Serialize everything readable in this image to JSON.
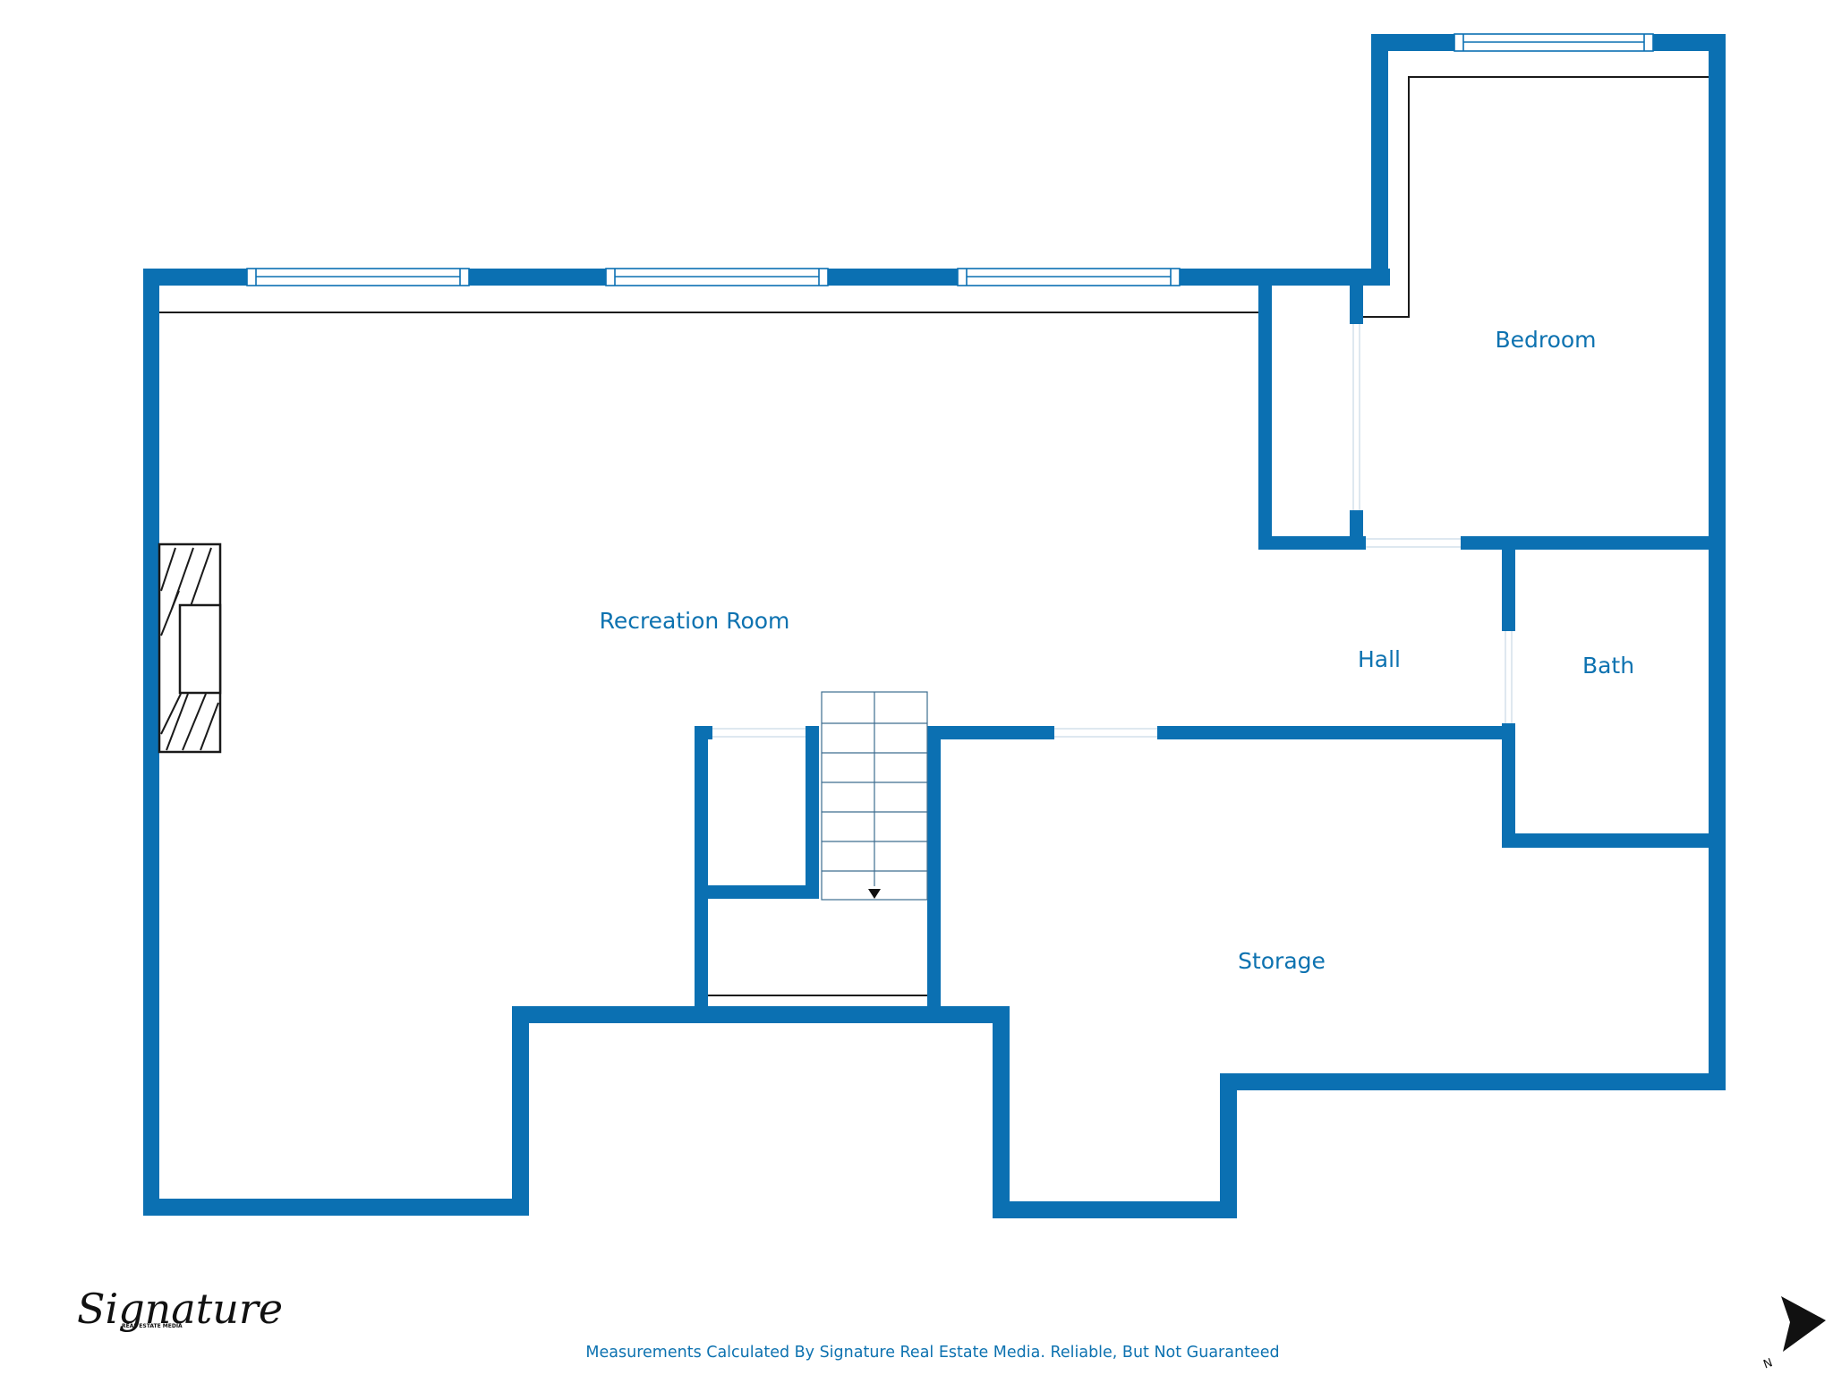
{
  "rooms": {
    "recreation_room": "Recreation Room",
    "bedroom": "Bedroom",
    "hall": "Hall",
    "bath": "Bath",
    "storage": "Storage"
  },
  "disclaimer": "Measurements Calculated By Signature Real Estate Media. Reliable, But Not Guaranteed",
  "logo": {
    "script": "Signature",
    "subtitle": "REAL ESTATE MEDIA"
  },
  "compass": {
    "letter": "N",
    "icon": "north-arrow-icon"
  },
  "colors": {
    "wall": "#0b70b2",
    "label": "#0d72b0",
    "line": "#1a1a1a",
    "window_frame": "#0b70b2"
  }
}
